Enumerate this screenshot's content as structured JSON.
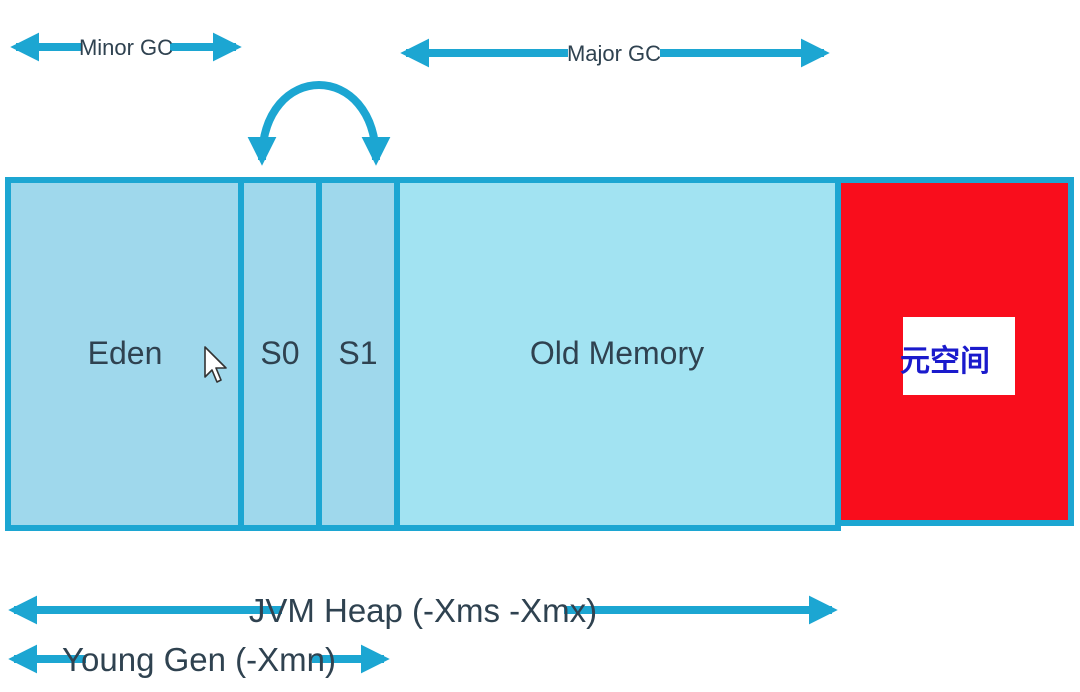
{
  "diagram": {
    "gc_arrows": {
      "minor_gc": "Minor GC",
      "major_gc": "Major GC"
    },
    "heap": {
      "eden": "Eden",
      "s0": "S0",
      "s1": "S1",
      "old_memory": "Old Memory",
      "metaspace": "元空间"
    },
    "size_arrows": {
      "jvm_heap": "JVM Heap (-Xms -Xmx)",
      "young_gen": "Young Gen (-Xmn)"
    },
    "colors": {
      "stroke": "#1ca6d2",
      "young_fill": "#9fd8ec",
      "old_fill": "#a2e3f2",
      "metaspace_fill": "#f90d1c",
      "metaspace_label": "#1a1acc"
    }
  }
}
